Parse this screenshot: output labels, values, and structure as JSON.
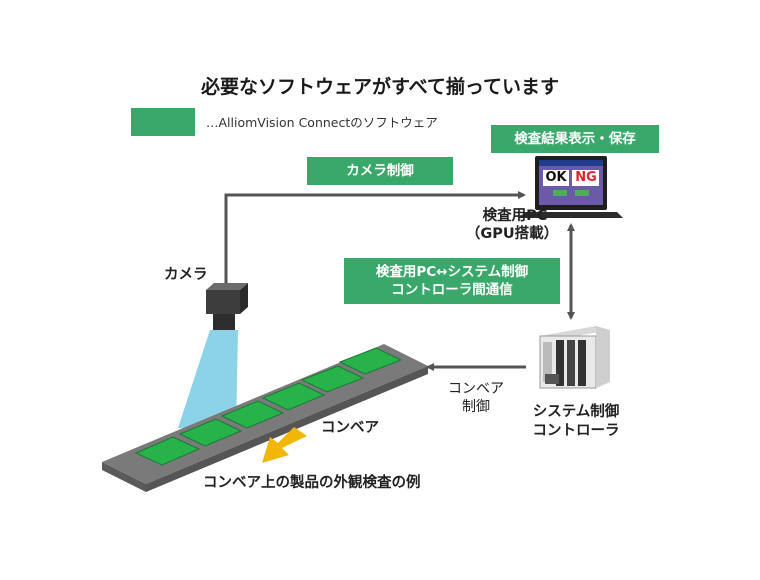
{
  "title": "必要なソフトウェアがすべて揃っています",
  "legend": {
    "text": "…AlliomVision Connectのソフトウェア",
    "color": "#3aa86a"
  },
  "boxes": {
    "camera_control": "カメラ制御",
    "inspection_result": "検査結果表示・保存",
    "communication_line1": "検査用PC↔システム制御",
    "communication_line2": "コントローラ間通信"
  },
  "labels": {
    "camera": "カメラ",
    "pc_line1": "検査用PC",
    "pc_line2": "（GPU搭載）",
    "conveyor": "コンベア",
    "conveyor_control_line1": "コンベア",
    "conveyor_control_line2": "制御",
    "controller_line1": "システム制御",
    "controller_line2": "コントローラ",
    "caption": "コンベア上の製品の外観検査の例"
  },
  "screen": {
    "ok": "OK",
    "ng": "NG"
  },
  "colors": {
    "accent_green": "#3aa86a",
    "arrow_gray": "#555555",
    "direction_arrow": "#f2b705",
    "camera_beam": "#5bc0de"
  }
}
